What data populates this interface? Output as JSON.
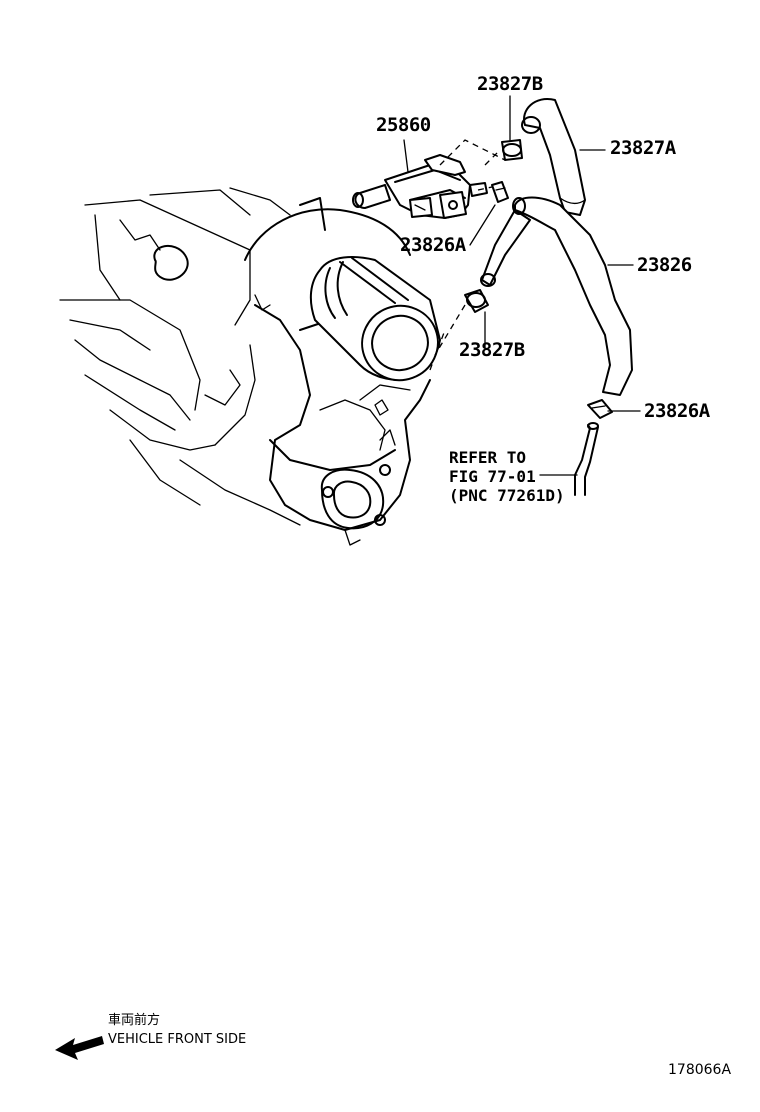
{
  "labels": {
    "p25860": "25860",
    "p23827b_top": "23827B",
    "p23827a": "23827A",
    "p23826a_upper": "23826A",
    "p23826": "23826",
    "p23827b_mid": "23827B",
    "p23826a_lower": "23826A"
  },
  "refer": {
    "line1": "REFER TO",
    "line2": "FIG 77-01",
    "line3": "(PNC 77261D)"
  },
  "direction": {
    "japanese": "車両前方",
    "english": "VEHICLE FRONT SIDE"
  },
  "figure_id": "178066A"
}
